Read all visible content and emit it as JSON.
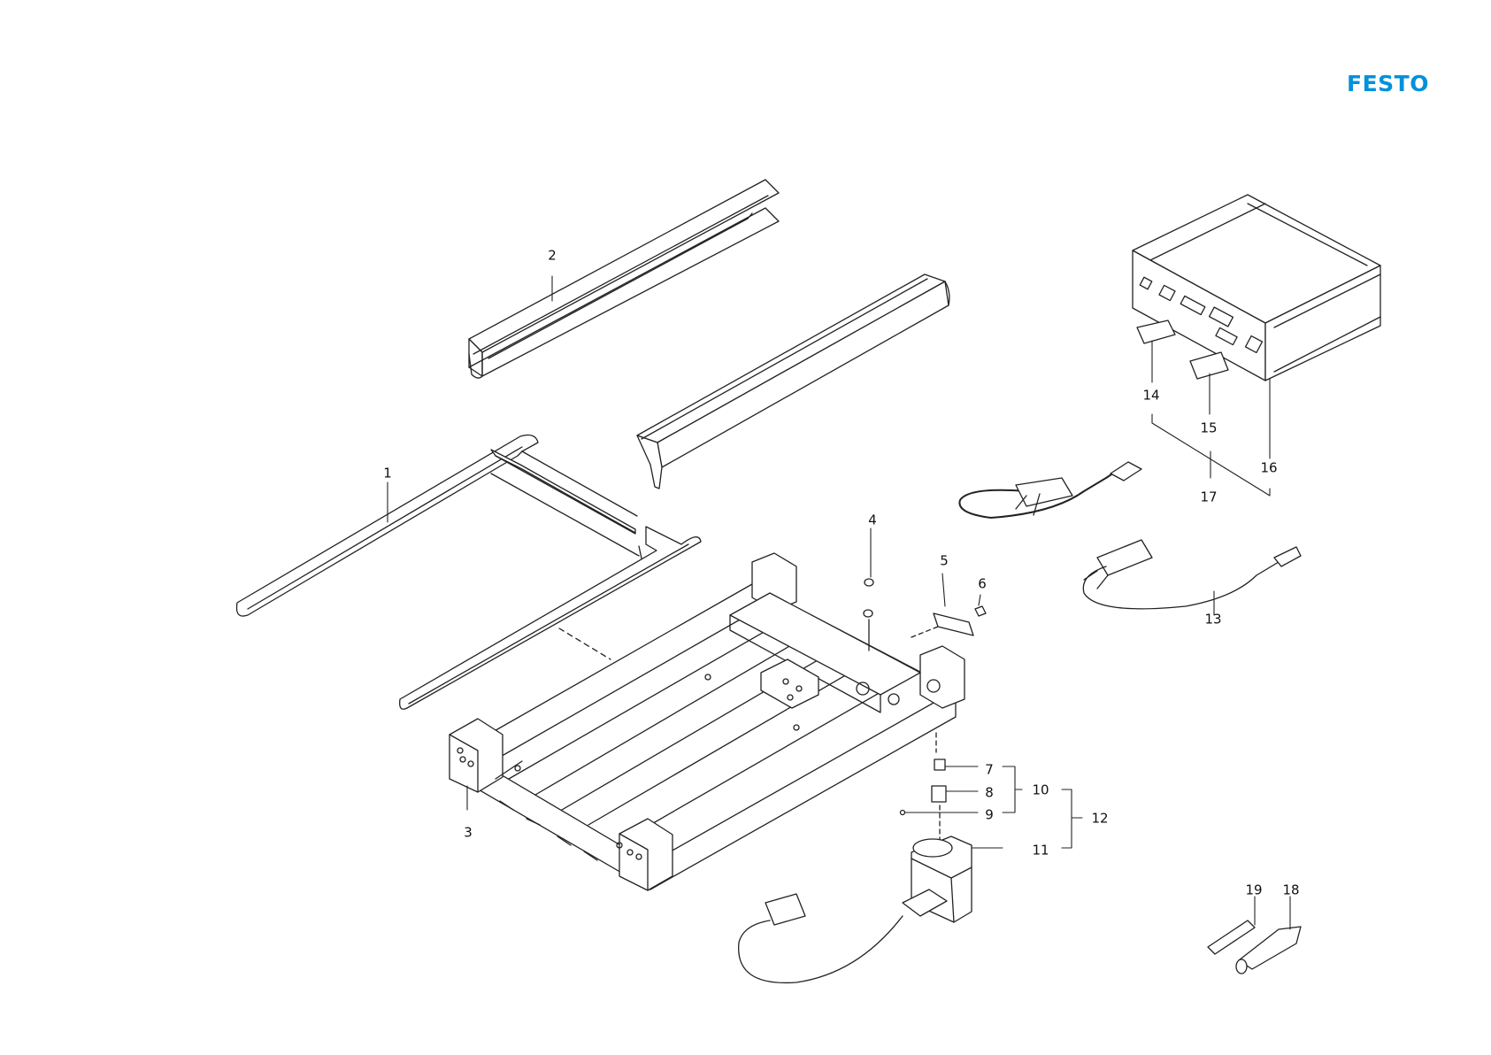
{
  "brand": {
    "name": "FESTO",
    "color": "#0091dc"
  },
  "line_color": "#222222",
  "callouts": [
    "1",
    "2",
    "3",
    "4",
    "5",
    "6",
    "7",
    "8",
    "9",
    "10",
    "11",
    "12",
    "13",
    "14",
    "15",
    "16",
    "17",
    "18",
    "19"
  ]
}
